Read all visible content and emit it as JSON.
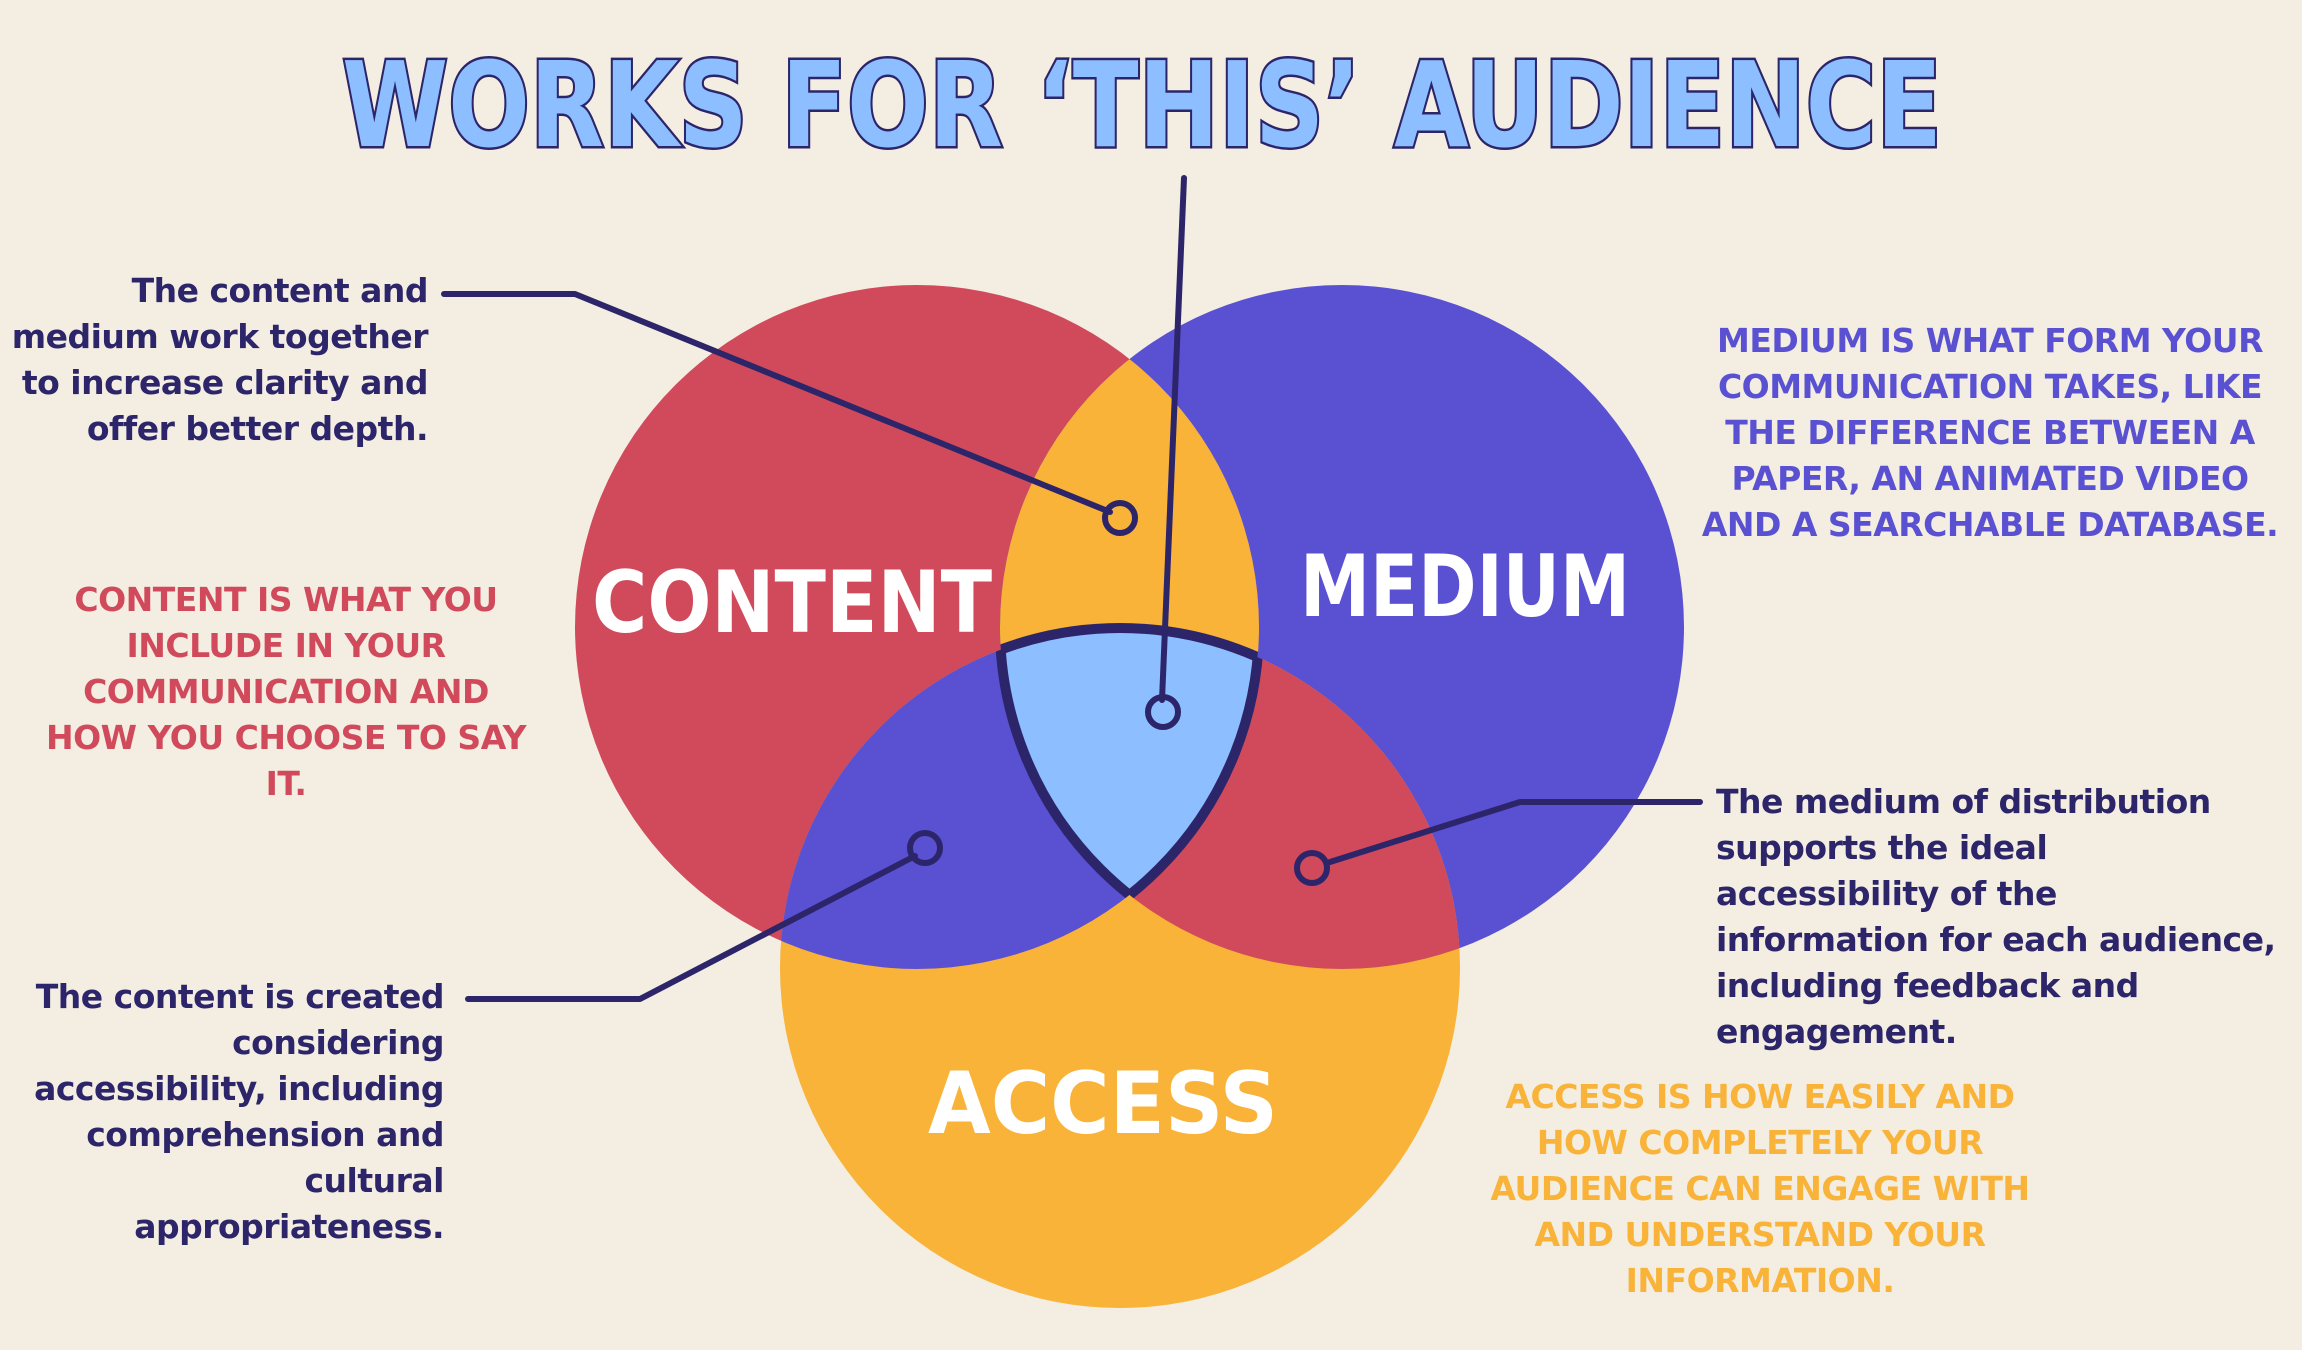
{
  "title": "WORKS FOR ‘THIS’ AUDIENCE",
  "circles": {
    "content": {
      "label": "CONTENT",
      "color": "#D04A5B"
    },
    "medium": {
      "label": "MEDIUM",
      "color": "#5A50D2"
    },
    "access": {
      "label": "ACCESS",
      "color": "#F8B338"
    },
    "center_color": "#8DBEFF",
    "outline_color": "#2C2569"
  },
  "notes": {
    "content_medium": "The content and medium work together to increase clarity and offer better depth.",
    "content_definition": "CONTENT IS WHAT YOU INCLUDE IN YOUR COMMUNICATION AND HOW YOU CHOOSE TO SAY IT.",
    "content_access": "The content is created considering accessibility, including comprehension and cultural appropriateness.",
    "medium_definition": "MEDIUM IS WHAT FORM YOUR COMMUNICATION TAKES, LIKE THE DIFFERENCE BETWEEN A PAPER, AN ANIMATED VIDEO AND A SEARCHABLE DATABASE.",
    "medium_access": "The medium of distribution supports the ideal accessibility of the information for each audience, including feedback and engagement.",
    "access_definition": "ACCESS IS HOW EASILY AND HOW COMPLETELY YOUR AUDIENCE CAN ENGAGE WITH AND UNDERSTAND YOUR INFORMATION."
  }
}
